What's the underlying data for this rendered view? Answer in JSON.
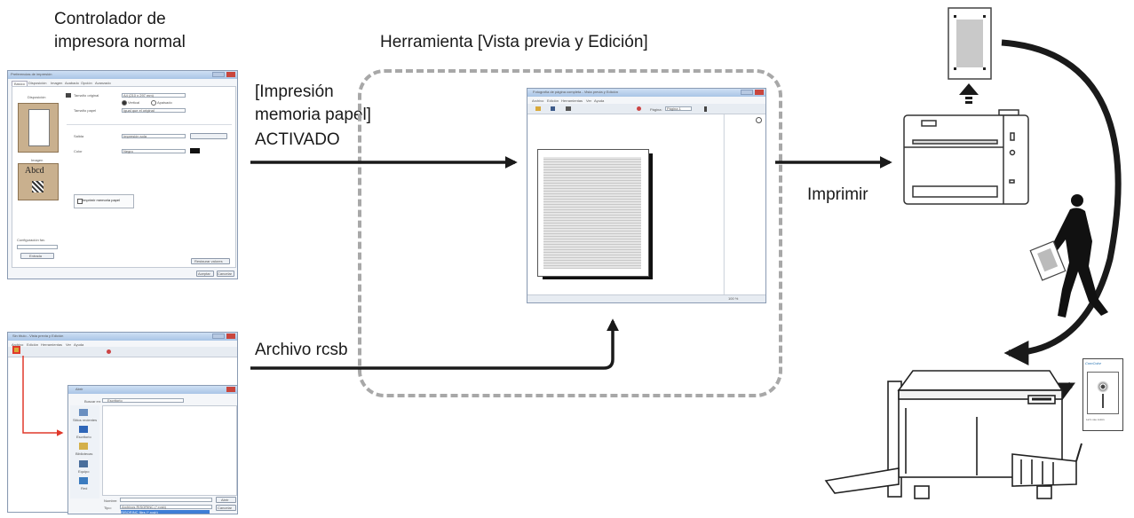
{
  "labels": {
    "normal_driver_line1": "Controlador de",
    "normal_driver_line2": "impresora normal",
    "tool_title": "Herramienta [Vista previa y Edición]",
    "paper_memory_line1": "[Impresión",
    "paper_memory_line2": "memoria papel]",
    "paper_memory_line3": "ACTIVADO",
    "rcsb_file": "Archivo rcsb",
    "print": "Imprimir"
  },
  "driver_window": {
    "title": "Preferencias de impresión",
    "tabs": [
      "Básico",
      "Disposición",
      "Imagen",
      "Acabado",
      "Opción",
      "Avanzado"
    ],
    "preview_label": "Disposición",
    "image_label": "Imagen",
    "image_sample": "Abcd",
    "original_size_label": "Tamaño original",
    "original_size_value": "A4 (210 x 297 mm)",
    "orientation_vertical": "Vertical",
    "orientation_horizontal": "Apaisado",
    "paper_size_label": "Tamaño papel",
    "paper_size_value": "Igual que el original",
    "output_label": "Salida",
    "output_value": "Impresión sola",
    "color_label": "Color",
    "color_value": "Negro",
    "paper_memory_checkbox": "Imprimir memoria papel",
    "config_label": "Configuración fav.",
    "entry_button": "Entrada",
    "restore_button": "Restaurar valores",
    "accept_button": "Aceptar",
    "cancel_button": "Cancelar"
  },
  "preview_window": {
    "title": "Fotografía de página completa - Vista previa y Edición",
    "menu": [
      "Archivo",
      "Edición",
      "Herramientas",
      "Ver",
      "Ayuda"
    ],
    "page_label": "Página:",
    "page_value": "Página 1",
    "zoom": "100 %"
  },
  "open_tool_window": {
    "title": "Sin título - Vista previa y Edición",
    "menu": [
      "Archivo",
      "Edición",
      "Herramientas",
      "Ver",
      "Ayuda"
    ]
  },
  "open_dialog": {
    "title": "Abrir",
    "search_label": "Buscar en:",
    "search_value": "Escritorio",
    "places": [
      "Sitios recientes",
      "Escritorio",
      "Bibliotecas",
      "Equipo",
      "Red"
    ],
    "name_label": "Nombre:",
    "type_label": "Tipo:",
    "type_value": "Archivos RISORINC (*.rcsb)",
    "type_option2": "RISORINC files (*.rcsb)",
    "open_button": "Abrir",
    "cancel_button": "Cancelar"
  },
  "output_sample": {
    "brand": "ComColor",
    "caption": "Let's use colors"
  },
  "colors": {
    "arrow": "#1a1a1a",
    "dashed_border": "#a8a8a8",
    "highlight": "#e0392b",
    "window_title": "#b5cde9"
  }
}
